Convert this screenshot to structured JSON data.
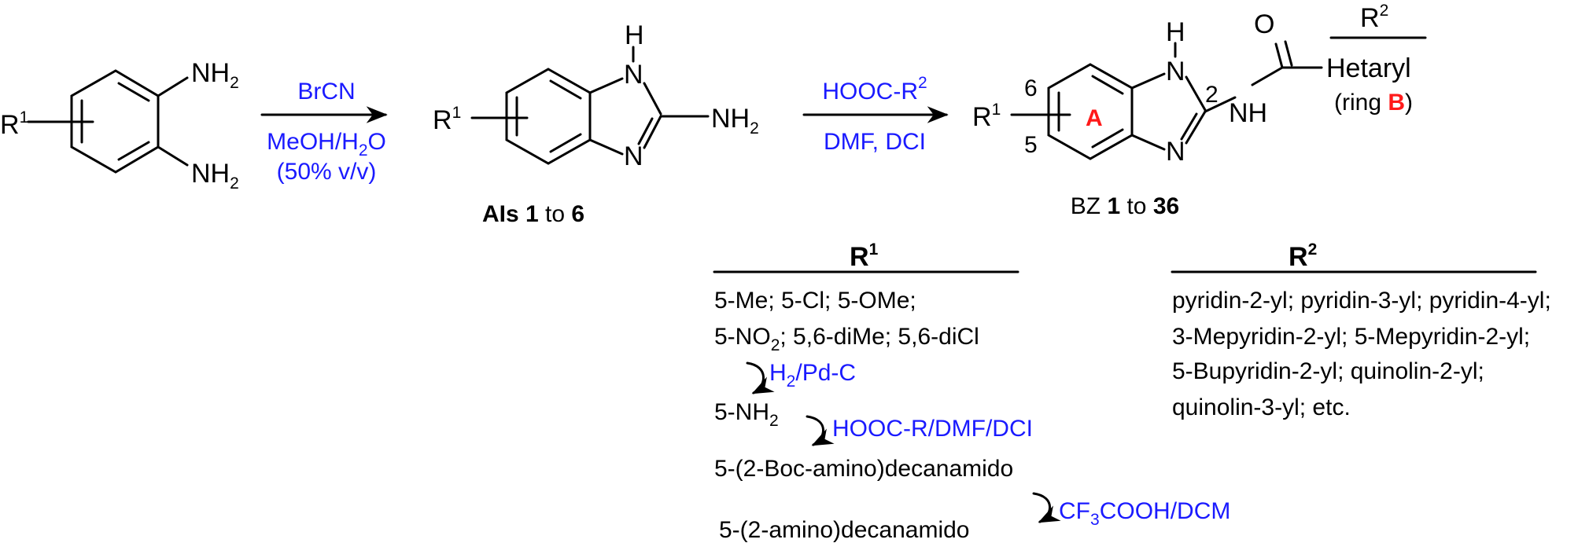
{
  "scheme": {
    "start": {
      "r1": "R",
      "r1_sup": "1",
      "nh2_top": "NH",
      "nh2_top_sub": "2",
      "nh2_bottom": "NH",
      "nh2_bottom_sub": "2"
    },
    "step1": {
      "reagent": "BrCN",
      "solvent_a": "MeOH/H",
      "solvent_sub": "2",
      "solvent_b": "O",
      "ratio": "(50% v/v)"
    },
    "intermediate": {
      "r1": "R",
      "r1_sup": "1",
      "nh_h": "H",
      "nh_n": "N",
      "n_bottom": "N",
      "amine": "NH",
      "amine_sub": "2",
      "label_bold_a": "AIs 1",
      "label_mid": "to",
      "label_bold_b": "6"
    },
    "step2": {
      "reagent_a": "HOOC-R",
      "reagent_sup": "2",
      "conditions": "DMF, DCI"
    },
    "product": {
      "r1": "R",
      "r1_sup": "1",
      "pos6": "6",
      "pos5": "5",
      "ring_a": "A",
      "nh_h": "H",
      "nh_n": "N",
      "n_bottom": "N",
      "pos2": "2",
      "carbonyl_o": "O",
      "amide": "NH",
      "r2": "R",
      "r2_sup": "2",
      "hetaryl": "Hetaryl",
      "ring_b_a": "(ring ",
      "ring_b_b": "B",
      "ring_b_c": ")",
      "label_a": "BZ ",
      "label_bold_a": "1",
      "label_mid": "to",
      "label_bold_b": "36"
    }
  },
  "r1_table": {
    "header": "R",
    "header_sup": "1",
    "line1": "5-Me; 5-Cl; 5-OMe;",
    "line2_a": "5-NO",
    "line2_sub": "2",
    "line2_b": "; 5,6-diMe; 5,6-diCl",
    "step_a_a": "H",
    "step_a_sub": "2",
    "step_a_b": "/Pd-C",
    "line3_a": "5-NH",
    "line3_sub": "2",
    "step_b": "HOOC-R/DMF/DCI",
    "line4": "5-(2-Boc-amino)decanamido",
    "step_c_a": "CF",
    "step_c_sub": "3",
    "step_c_b": "COOH/DCM",
    "line5": "5-(2-amino)decanamido"
  },
  "r2_table": {
    "header": "R",
    "header_sup": "2",
    "line1": "pyridin-2-yl; pyridin-3-yl; pyridin-4-yl;",
    "line2": "3-Mepyridin-2-yl; 5-Mepyridin-2-yl;",
    "line3": "5-Bupyridin-2-yl; quinolin-2-yl;",
    "line4": "quinolin-3-yl; etc."
  }
}
